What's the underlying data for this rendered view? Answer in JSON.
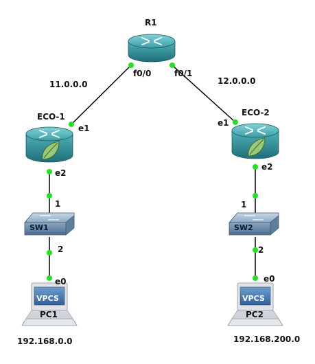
{
  "devices": {
    "r1": {
      "label": "R1"
    },
    "eco1": {
      "label": "ECO-1"
    },
    "eco2": {
      "label": "ECO-2"
    },
    "sw1": {
      "label": "SW1"
    },
    "sw2": {
      "label": "SW2"
    },
    "pc1": {
      "label": "PC1",
      "badge": "VPCS"
    },
    "pc2": {
      "label": "PC2",
      "badge": "VPCS"
    }
  },
  "ports": {
    "r1_left": "f0/0",
    "r1_right": "f0/1",
    "eco1_top": "e1",
    "eco1_bottom": "e2",
    "eco2_top": "e1",
    "eco2_bottom": "e2",
    "sw1_top": "1",
    "sw1_bottom": "2",
    "sw2_top": "1",
    "sw2_bottom": "2",
    "pc1_port": "e0",
    "pc2_port": "e0"
  },
  "networks": {
    "left_wan": "11.0.0.0",
    "right_wan": "12.0.0.0",
    "left_lan": "192.168.0.0",
    "right_lan": "192.168.200.0"
  },
  "colors": {
    "link": "#000000",
    "port_dot": "#22e022",
    "router_body": "#3aa0a8",
    "router_top": "#5fbfc6",
    "switch_body": "#6f8fae",
    "pc_screen": "#4a7fb5"
  }
}
